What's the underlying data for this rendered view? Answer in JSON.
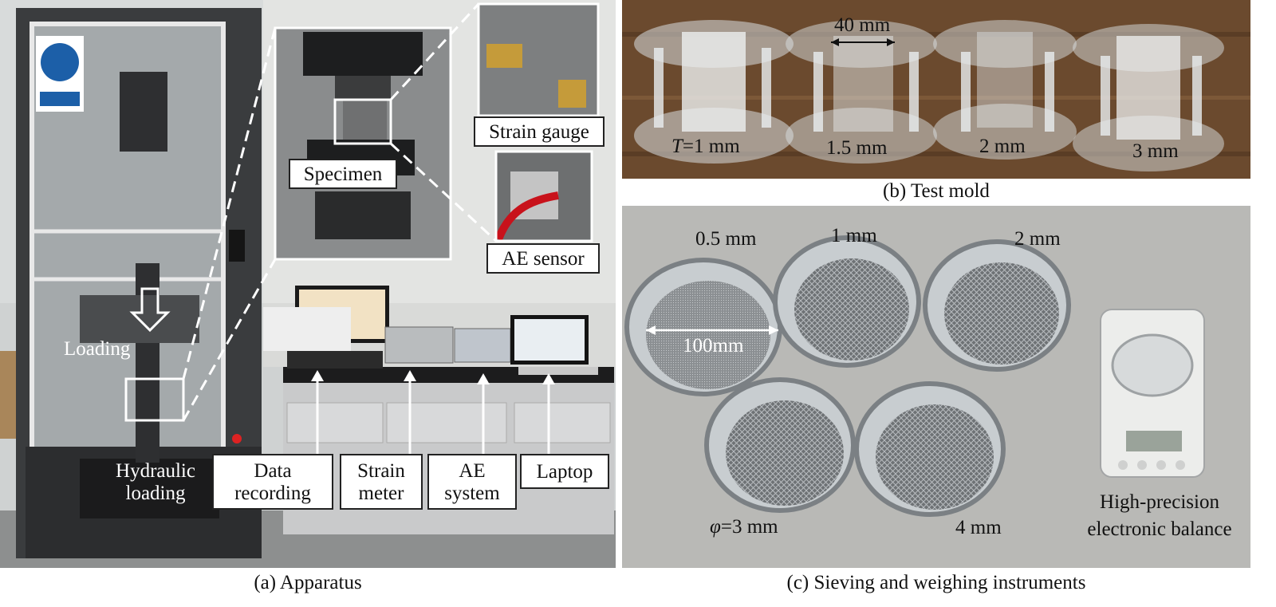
{
  "panel_a": {
    "caption": "(a) Apparatus",
    "loading_label": "Loading",
    "hydraulic_label_line1": "Hydraulic",
    "hydraulic_label_line2": "loading",
    "specimen_label": "Specimen",
    "strain_gauge_label": "Strain gauge",
    "ae_sensor_label": "AE sensor",
    "data_recording_line1": "Data",
    "data_recording_line2": "recording",
    "strain_meter_line1": "Strain",
    "strain_meter_line2": "meter",
    "ae_system_line1": "AE",
    "ae_system_line2": "system",
    "laptop_label": "Laptop"
  },
  "panel_b": {
    "caption": "(b) Test mold",
    "dim_label": "40 mm",
    "mold_T_symbol": "T",
    "mold_1": "=1 mm",
    "mold_2": "1.5 mm",
    "mold_3": "2 mm",
    "mold_4": "3 mm"
  },
  "panel_c": {
    "caption": "(c) Sieving and weighing instruments",
    "sieve_05": "0.5 mm",
    "sieve_1": "1 mm",
    "sieve_2": "2 mm",
    "sieve_phi_symbol": "φ",
    "sieve_3": "=3 mm",
    "sieve_4": "4 mm",
    "dia_label": "100mm",
    "balance_line1": "High-precision",
    "balance_line2": "electronic balance"
  },
  "colors": {
    "wood": "#6b4a2e",
    "floor_gray": "#b9b9b6",
    "steel": "#9ea3a6",
    "frame": "#2a2a2a"
  }
}
